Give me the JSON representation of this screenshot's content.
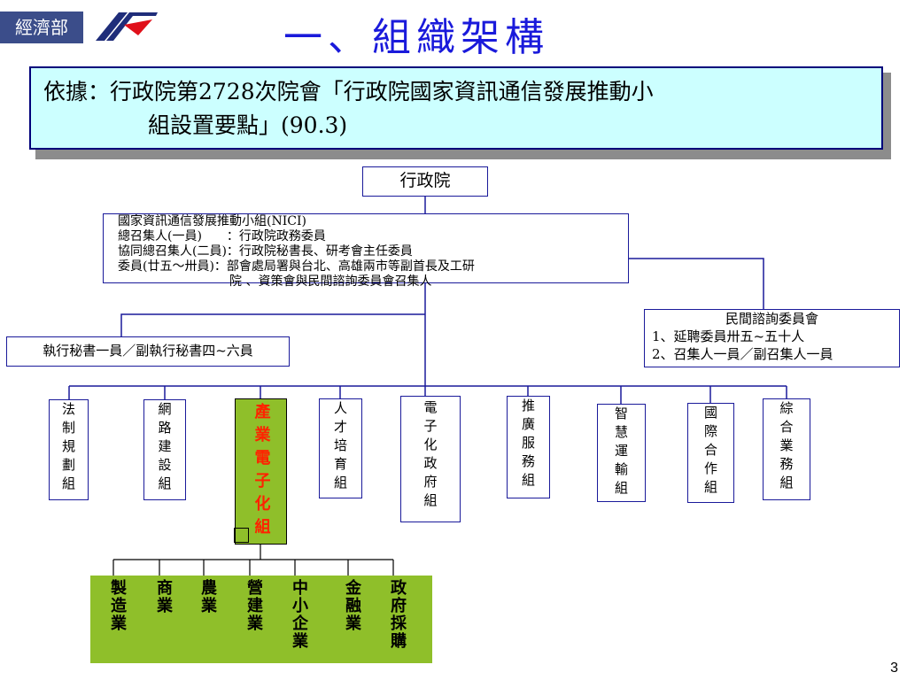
{
  "header": {
    "ministry_logo": "經濟部",
    "title": "一、組織架構"
  },
  "basis": {
    "line1": "依據：行政院第2728次院會「行政院國家資訊通信發展推動小",
    "line2": "組設置要點」(90.3)"
  },
  "org": {
    "top": "行政院",
    "nici": {
      "lines": [
        "國家資訊通信發展推動小組(NICI)",
        "總召集人(一員)　　：行政院政務委員",
        "協同總召集人(二員)：行政院秘書長、研考會主任委員",
        "委員(廿五～卅員)：部會處局署與台北、高雄兩市等副首長及工研",
        "　　　　　　　　　院 、資策會與民間諮詢委員會召集人"
      ]
    },
    "advisory": {
      "title": "民間諮詢委員會",
      "item1": "1、延聘委員卅五~五十人",
      "item2": "2、召集人一員／副召集人一員"
    },
    "secretary": "執行秘書一員／副執行秘書四~六員",
    "groups": [
      {
        "label": "法制規劃組",
        "highlight": false
      },
      {
        "label": "網路建設組",
        "highlight": false
      },
      {
        "label": "產業電子化組",
        "highlight": true
      },
      {
        "label": "人才培育組",
        "highlight": false
      },
      {
        "label": "電子化政府組",
        "highlight": false
      },
      {
        "label": "推廣服務組",
        "highlight": false
      },
      {
        "label": "智慧運輸組",
        "highlight": false
      },
      {
        "label": "國際合作組",
        "highlight": false
      },
      {
        "label": "綜合業務組",
        "highlight": false
      }
    ],
    "sub_sectors": [
      "製造業",
      "商業",
      "農業",
      "營建業",
      "中小企業",
      "金融業",
      "政府採購"
    ]
  },
  "colors": {
    "title": "#1a1adb",
    "basis_bg": "#ccffff",
    "highlight_group_bg": "#8fbf2a",
    "highlight_group_text": "#ff2200",
    "sub_sector_bg": "#8fbf2a",
    "lines": "#1a1a9a"
  },
  "page_number": "3"
}
